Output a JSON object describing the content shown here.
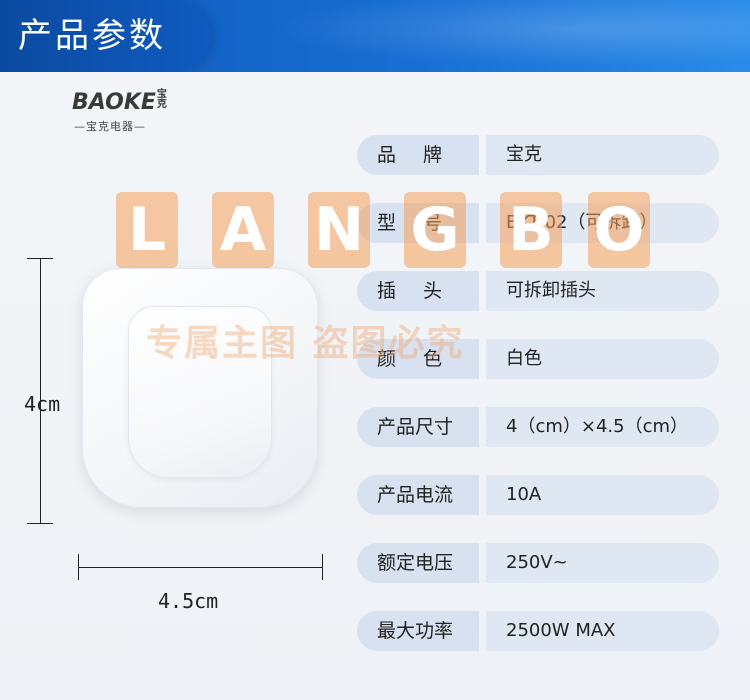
{
  "header": {
    "title": "产品参数"
  },
  "product": {
    "brand_logo": "BAOKE",
    "brand_logo_cn": "宝克",
    "brand_sub": "—宝克电器—"
  },
  "dimensions": {
    "height_label": "4cm",
    "width_label": "4.5cm"
  },
  "specs": [
    {
      "label_a": "品",
      "label_b": "牌",
      "value": "宝克"
    },
    {
      "label_a": "型",
      "label_b": "号",
      "value": "BKT-02（可拆卸）"
    },
    {
      "label_a": "插",
      "label_b": "头",
      "value": "可拆卸插头"
    },
    {
      "label_a": "颜",
      "label_b": "色",
      "value": "白色"
    },
    {
      "label": "产品尺寸",
      "value": "4（cm）×4.5（cm）"
    },
    {
      "label": "产品电流",
      "value": "10A"
    },
    {
      "label": "额定电压",
      "value": "250V~"
    },
    {
      "label": "最大功率",
      "value": "2500W MAX"
    }
  ],
  "watermark": {
    "letters": [
      "L",
      "A",
      "N",
      "G",
      "B",
      "O"
    ],
    "text_cn": "专属主图 盗图必究"
  },
  "colors": {
    "header_blue": "#1a71d6",
    "label_bg": "#d7e1ef",
    "value_bg": "#dfe7f2",
    "watermark_orange": "#f5a05a"
  }
}
